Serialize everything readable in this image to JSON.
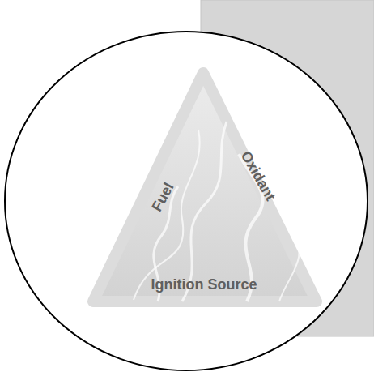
{
  "diagram": {
    "nodes": [
      {
        "text": [
          "Fuel",
          "Oxidant",
          "Ignition Source"
        ]
      }
    ]
  }
}
